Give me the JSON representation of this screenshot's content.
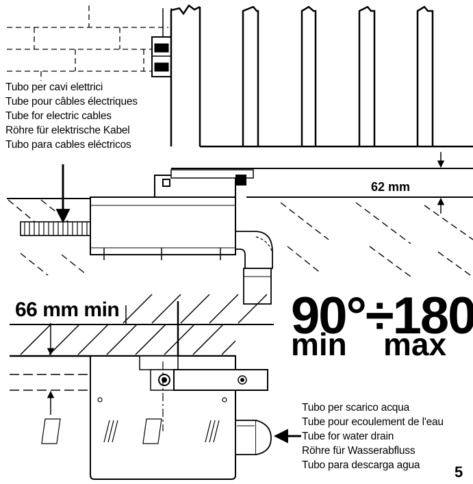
{
  "labels": {
    "cable_tube": [
      "Tubo per cavi elettrici",
      "Tube pour câbles électriques",
      "Tube for electric cables",
      "Röhre für elektrische Kabel",
      "Tubo para cables eléctricos"
    ],
    "water_drain_tube": [
      "Tubo per scarico acqua",
      "Tube pour ecoulement de l'eau",
      "Tube for water drain",
      "Röhre für Wasserabfluss",
      "Tubo para descarga agua"
    ]
  },
  "dimensions": {
    "clearance": "62 mm",
    "min_depth": "66 mm min"
  },
  "angle": {
    "range": "90°÷180°",
    "min_label": "min",
    "max_label": "max"
  },
  "page_number": "5"
}
